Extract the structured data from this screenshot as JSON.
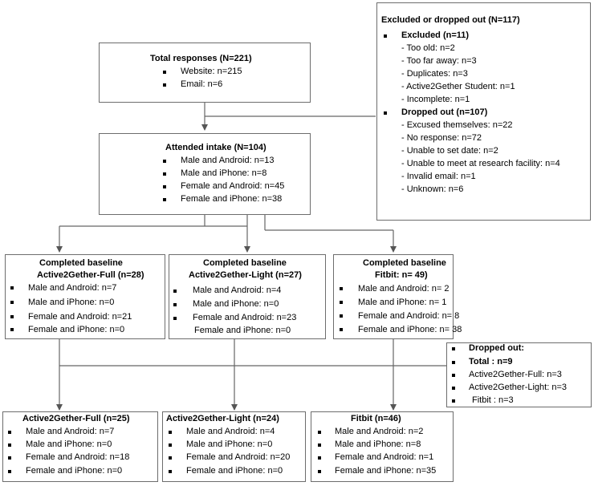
{
  "excluded": {
    "title": "Excluded or dropped out (N=117)",
    "excluded_head": "Excluded (n=11)",
    "excluded_items": [
      "- Too old: n=2",
      "- Too far away: n=3",
      "- Duplicates: n=3",
      "- Active2Gether Student: n=1",
      "- Incomplete: n=1"
    ],
    "dropped_head": "Dropped out (n=107)",
    "dropped_items": [
      "- Excused themselves: n=22",
      "- No response: n=72",
      "- Unable to set date: n=2",
      "- Unable to meet at research facility: n=4",
      "- Invalid email: n=1",
      "- Unknown: n=6"
    ]
  },
  "total": {
    "title": "Total responses  (N=221)",
    "items": [
      "Website: n=215",
      "Email: n=6"
    ]
  },
  "intake": {
    "title": "Attended intake (N=104)",
    "items": [
      "Male and Android: n=13",
      "Male and iPhone: n=8",
      "Female and Android: n=45",
      "Female and iPhone: n=38"
    ]
  },
  "baseline_full": {
    "title1": "Completed baseline",
    "title2": "Active2Gether-Full (n=28)",
    "items": [
      "Male and Android: n=7",
      "Male and iPhone: n=0",
      "Female and Android: n=21",
      "Female and iPhone: n=0"
    ]
  },
  "baseline_light": {
    "title1": "Completed baseline",
    "title2": "Active2Gether-Light (n=27)",
    "items": [
      "Male and Android: n=4",
      "Male and iPhone: n=0",
      "Female and Android: n=23",
      "Female and iPhone: n=0"
    ]
  },
  "baseline_fitbit": {
    "title1": "Completed baseline",
    "title2": "Fitbit: n= 49)",
    "items": [
      "Male and Android: n= 2",
      "Male and iPhone: n= 1",
      "Female and Android: n= 8",
      "Female and iPhone: n= 38"
    ]
  },
  "dropped": {
    "title": "Dropped out:",
    "total": "Total : n=9",
    "items": [
      "Active2Gether-Full: n=3",
      "Active2Gether-Light: n=3",
      "Fitbit : n=3"
    ]
  },
  "final_full": {
    "title": "Active2Gether-Full (n=25)",
    "items": [
      "Male and Android: n=7",
      "Male and iPhone: n=0",
      "Female and Android: n=18",
      "Female and iPhone: n=0"
    ]
  },
  "final_light": {
    "title": "Active2Gether-Light (n=24)",
    "items": [
      "Male and Android: n=4",
      "Male and iPhone: n=0",
      "Female and Android: n=20",
      "Female and iPhone: n=0"
    ]
  },
  "final_fitbit": {
    "title": "Fitbit (n=46)",
    "items": [
      "Male and Android: n=2",
      "Male and iPhone: n=8",
      "Female and Android: n=1",
      "Female and iPhone: n=35"
    ]
  }
}
